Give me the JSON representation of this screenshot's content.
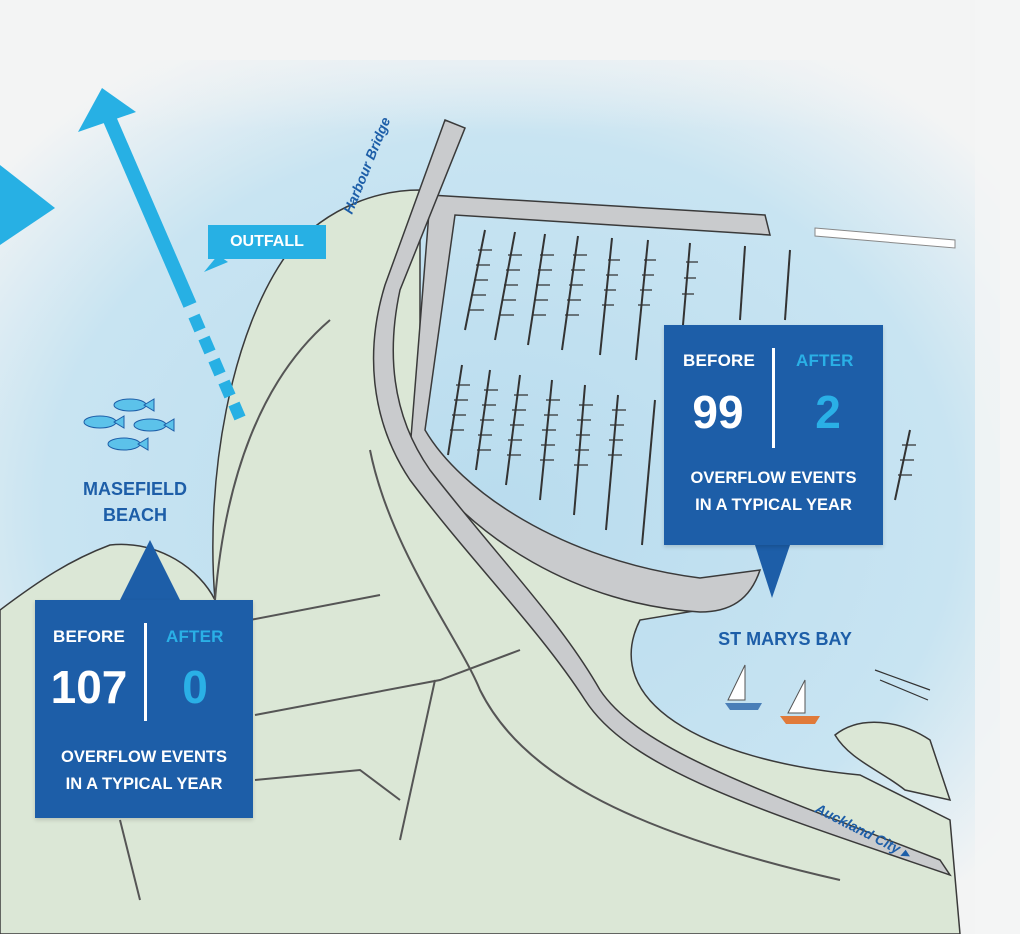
{
  "places": {
    "masefield_beach": "MASEFIELD\nBEACH",
    "st_marys_bay": "ST MARYS BAY",
    "outfall": "OUTFALL",
    "harbour_bridge": "Harbour Bridge",
    "auckland_city": "Auckland City"
  },
  "callouts": {
    "masefield": {
      "before_label": "BEFORE",
      "after_label": "AFTER",
      "before_value": "107",
      "after_value": "0",
      "caption_line1": "OVERFLOW EVENTS",
      "caption_line2": "IN A TYPICAL YEAR"
    },
    "st_marys": {
      "before_label": "BEFORE",
      "after_label": "AFTER",
      "before_value": "99",
      "after_value": "2",
      "caption_line1": "OVERFLOW EVENTS",
      "caption_line2": "IN A TYPICAL YEAR"
    }
  },
  "colors": {
    "water": "#bfe0f0",
    "land": "#dbe7d6",
    "road": "#c9cbcd",
    "box_blue": "#1d5ea8",
    "accent_cyan": "#2ab0e6",
    "paper": "#f3f4f4"
  }
}
